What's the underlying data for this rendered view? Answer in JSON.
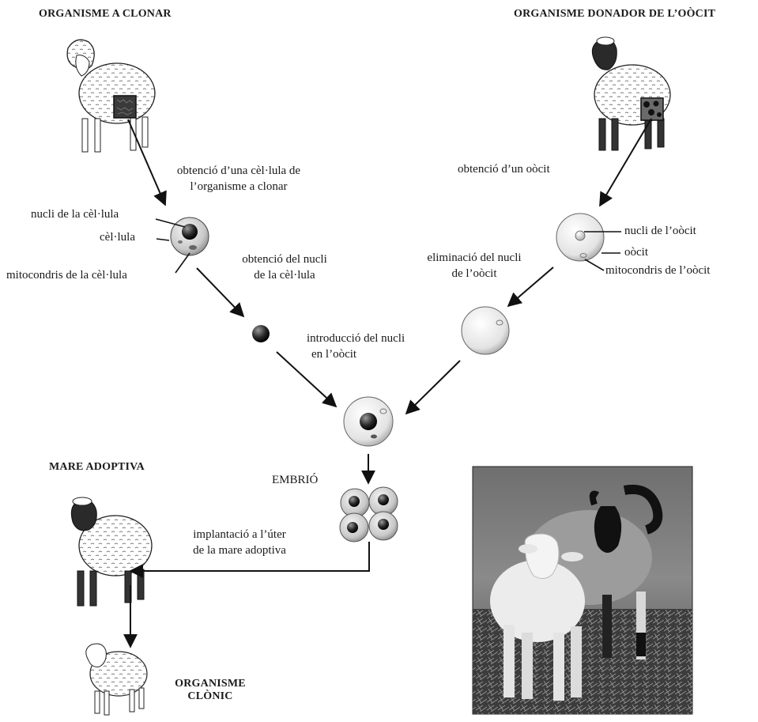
{
  "titles": {
    "organism_to_clone": "ORGANISME A CLONAR",
    "oocyte_donor": "ORGANISME DONADOR DE L’OÒCIT",
    "foster_mother": "MARE ADOPTIVA",
    "clonic_organism_line1": "ORGANISME",
    "clonic_organism_line2": "CLÒNIC",
    "embryo": "EMBRIÓ"
  },
  "steps": {
    "obtain_cell_line1": "obtenció d’una cèl·lula de",
    "obtain_cell_line2": "l’organisme a clonar",
    "obtain_oocyte": "obtenció d’un oòcit",
    "obtain_nucleus_line1": "obtenció del nucli",
    "obtain_nucleus_line2": "de la cèl·lula",
    "remove_nucleus_line1": "eliminació del nucli",
    "remove_nucleus_line2": "de l’oòcit",
    "insert_nucleus_line1": "introducció del nucli",
    "insert_nucleus_line2": "en l’oòcit",
    "implant_line1": "implantació a l’úter",
    "implant_line2": "de la mare adoptiva"
  },
  "labels": {
    "cell_nucleus": "nucli de la cèl·lula",
    "cell": "cèl·lula",
    "cell_mitochondria": "mitocondris de la cèl·lula",
    "oocyte_nucleus": "nucli de l’oòcit",
    "oocyte": "oòcit",
    "oocyte_mitochondria": "mitocondris de l’oòcit"
  }
}
